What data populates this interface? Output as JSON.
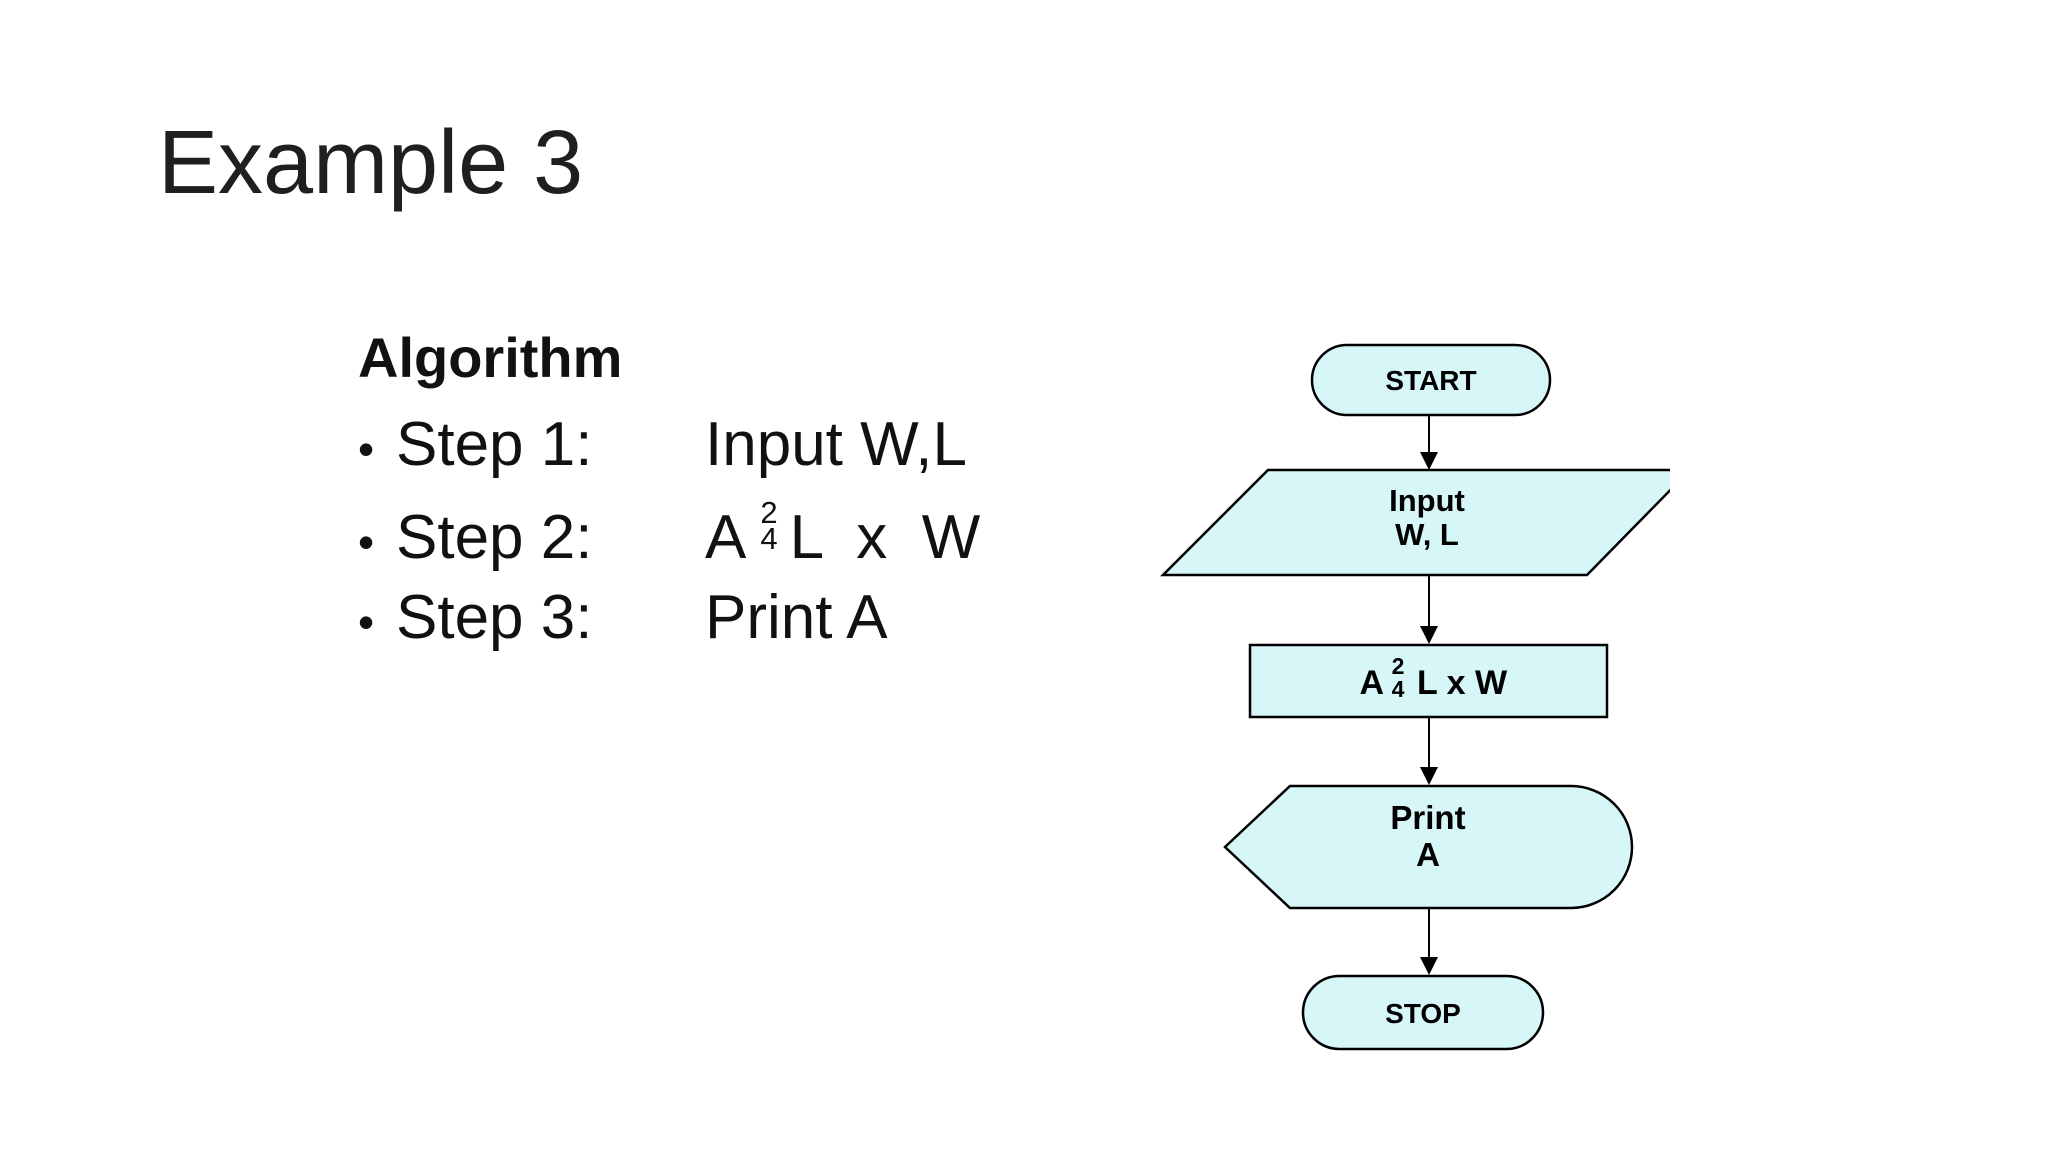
{
  "slide": {
    "title": "Example 3"
  },
  "algorithm": {
    "heading": "Algorithm",
    "bullet": "•",
    "steps": [
      {
        "label": "Step 1:",
        "value": "Input W,L"
      },
      {
        "label": "Step 2:",
        "pre": "A",
        "frac_top": "2",
        "frac_bottom": "4",
        "post": "L  x  W"
      },
      {
        "label": "Step 3:",
        "value": "Print A"
      }
    ]
  },
  "flowchart": {
    "fill_color": "#d6f6f7",
    "stroke_color": "#000000",
    "start": {
      "label": "START"
    },
    "input": {
      "line1": "Input",
      "line2": "W, L"
    },
    "process": {
      "pre": "A",
      "frac_top": "2",
      "frac_bottom": "4",
      "post": "L x W"
    },
    "print": {
      "line1": "Print",
      "line2": "A"
    },
    "stop": {
      "label": "STOP"
    }
  }
}
